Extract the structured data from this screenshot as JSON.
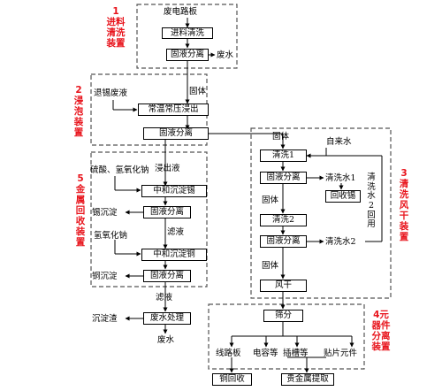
{
  "sections": {
    "feed": {
      "number": "1",
      "title": "进料清洗装置"
    },
    "soak": {
      "number": "2",
      "title": "浸泡装置"
    },
    "wash": {
      "number": "3",
      "title": "清洗风干装置"
    },
    "components": {
      "number": "4元",
      "title": "器件分离装置"
    },
    "metal": {
      "number": "5",
      "title": "金属回收装置"
    }
  },
  "nodes": {
    "waste_board": "废电路板",
    "feed_wash": "进料清洗",
    "sep1": "固液分离",
    "leach": "常温常压浸出",
    "sep2": "固液分离",
    "neutral_tin": "中和沉淀锡",
    "sep3": "固液分离",
    "neutral_cu": "中和沉淀铜",
    "sep4": "固液分离",
    "wastewater_treat": "废水处理",
    "wash1": "清洗1",
    "sep5": "固液分离",
    "tin_recover": "回收锡",
    "wash2": "清洗2",
    "sep6": "固液分离",
    "air_dry": "风干",
    "screen": "筛分",
    "cu_recover": "铜回收",
    "precious": "贵金属提取"
  },
  "labels": {
    "waste_water_1": "废水",
    "tin_strip_liquid": "退锡废液",
    "solid_1": "固体",
    "acid_base": "硫酸、氢氧化钠",
    "leachate": "浸出液",
    "tin_precip": "锡沉淀",
    "filtrate_1": "滤液",
    "naoh": "氢氧化钠",
    "cu_precip": "铜沉淀",
    "filtrate_2": "滤液",
    "precip_slag": "沉淀渣",
    "waste_water_2": "废水",
    "solid_2": "固体",
    "tap_water": "自来水",
    "wash_water_1": "清洗水1",
    "solid_3": "固体",
    "wash_water_2": "清洗水2",
    "solid_4": "固体",
    "recycle_note": "清洗水2回用",
    "circuit_board": "线路板",
    "capacitor": "电容等",
    "socket": "插槽等",
    "smd": "贴片元件"
  }
}
